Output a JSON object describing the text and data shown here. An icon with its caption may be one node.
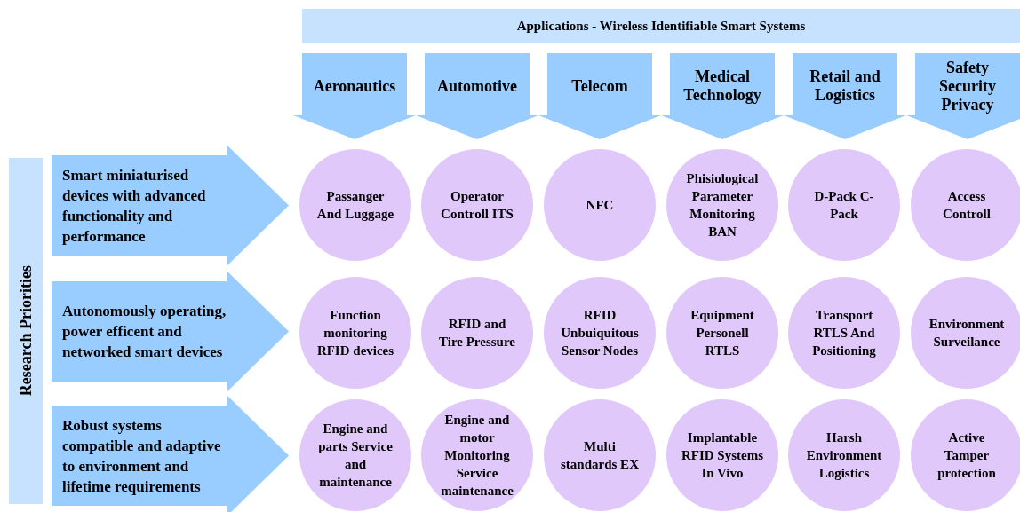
{
  "diagram": {
    "nodes": [
      {
        "text": [
          "Applications - Wireless Identifiable Smart Systems"
        ]
      },
      {
        "text": [
          "Aeronautics"
        ]
      },
      {
        "text": [
          "Automotive"
        ]
      },
      {
        "text": [
          "Telecom"
        ]
      },
      {
        "text": [
          "Medical Technology"
        ]
      },
      {
        "text": [
          "Retail and Logistics"
        ]
      },
      {
        "text": [
          "Safety Security Privacy"
        ]
      },
      {
        "text": [
          "Research Priorities"
        ]
      },
      {
        "text": [
          "Smart miniaturised devices with advanced functionality and performance"
        ]
      },
      {
        "text": [
          "Passanger And Luggage"
        ]
      },
      {
        "text": [
          "Operator Controll ITS"
        ]
      },
      {
        "text": [
          "NFC"
        ]
      },
      {
        "text": [
          "Phisiological Parameter Monitoring BAN"
        ]
      },
      {
        "text": [
          "D-Pack C-Pack"
        ]
      },
      {
        "text": [
          "Access Controll"
        ]
      },
      {
        "text": [
          "Autonomously operating, power efficent and networked smart devices"
        ]
      },
      {
        "text": [
          "Function monitoring RFID devices"
        ]
      },
      {
        "text": [
          "RFID and Tire Pressure"
        ]
      },
      {
        "text": [
          "RFID Unbuiquitous Sensor Nodes"
        ]
      },
      {
        "text": [
          "Equipment Personell RTLS"
        ]
      },
      {
        "text": [
          "Transport RTLS And Positioning"
        ]
      },
      {
        "text": [
          "Environment Surveilance"
        ]
      },
      {
        "text": [
          "Robust systems compatible and adaptive to environment and lifetime requirements"
        ]
      },
      {
        "text": [
          "Engine and parts Service and maintenance"
        ]
      },
      {
        "text": [
          "Engine and motor Monitoring Service maintenance"
        ]
      },
      {
        "text": [
          "Multi standards EX"
        ]
      },
      {
        "text": [
          "Implantable RFID Systems In Vivo"
        ]
      },
      {
        "text": [
          "Harsh Environment Logistics"
        ]
      },
      {
        "text": [
          "Active Tamper protection"
        ]
      }
    ],
    "edges": []
  }
}
